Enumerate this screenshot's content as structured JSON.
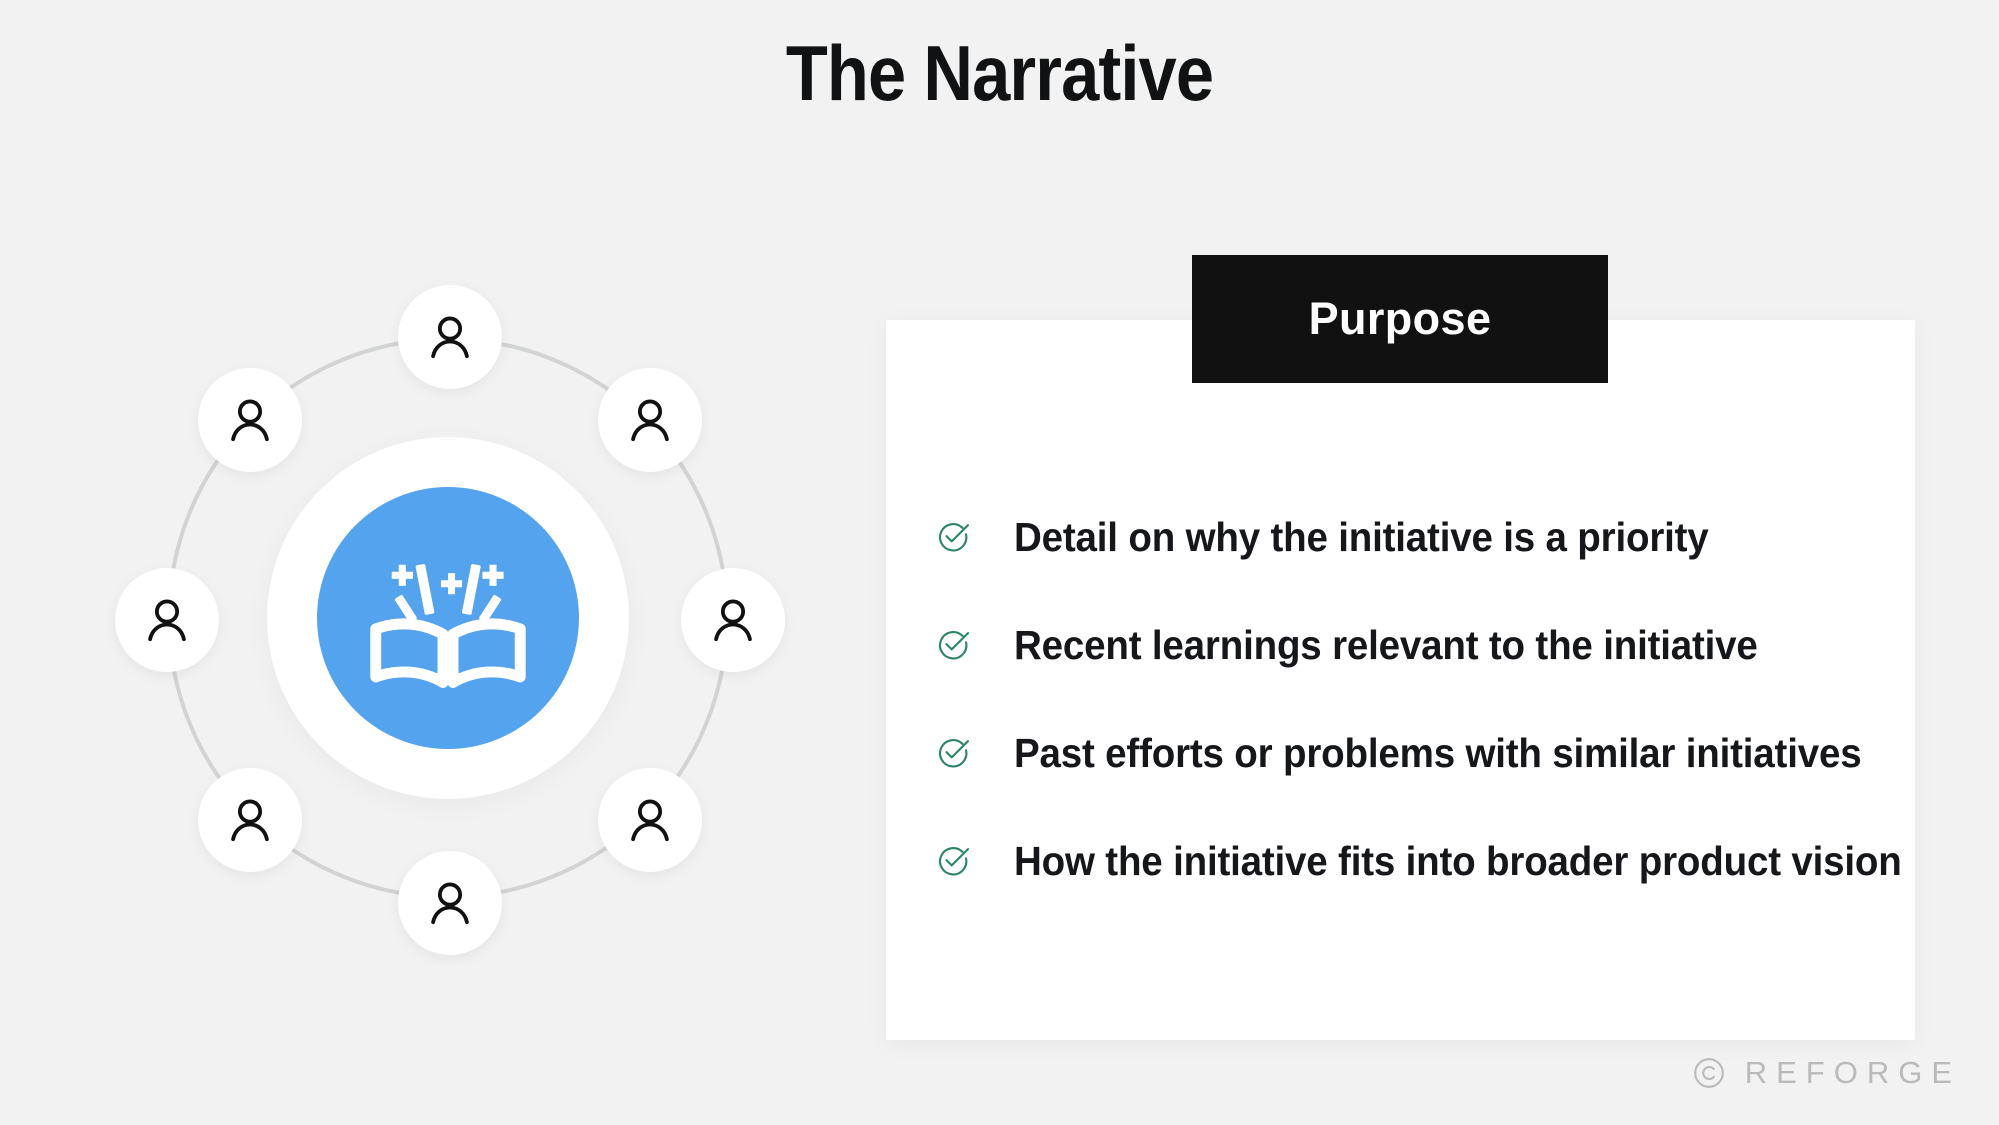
{
  "slide": {
    "title": "The Narrative",
    "background_color": "#f2f2f2"
  },
  "diagram": {
    "name": "network-of-people-around-knowledge-hub",
    "hub_icon": "open-book-sparkle-icon",
    "hub_color": "#54a3ee",
    "ring_color": "#d2d3d4",
    "node_count": 8,
    "nodes": [
      {
        "icon": "person-icon",
        "position": "top"
      },
      {
        "icon": "person-icon",
        "position": "top-right"
      },
      {
        "icon": "person-icon",
        "position": "right"
      },
      {
        "icon": "person-icon",
        "position": "bottom-right"
      },
      {
        "icon": "person-icon",
        "position": "bottom"
      },
      {
        "icon": "person-icon",
        "position": "bottom-left"
      },
      {
        "icon": "person-icon",
        "position": "left"
      },
      {
        "icon": "person-icon",
        "position": "top-left"
      }
    ]
  },
  "panel": {
    "badge_label": "Purpose",
    "badge_bg": "#111111",
    "badge_text_color": "#ffffff",
    "card_bg": "#ffffff",
    "check_icon_color": "#2e8468",
    "items": [
      {
        "icon": "check-circle-icon",
        "text": "Detail on why the initiative is a priority"
      },
      {
        "icon": "check-circle-icon",
        "text": "Recent learnings relevant to the initiative"
      },
      {
        "icon": "check-circle-icon",
        "text": "Past efforts or problems with similar initiatives"
      },
      {
        "icon": "check-circle-icon",
        "text": "How the initiative fits into broader product vision"
      }
    ]
  },
  "footer": {
    "copyright_icon": "copyright-icon",
    "brand": "REFORGE",
    "color": "#b9babb"
  }
}
